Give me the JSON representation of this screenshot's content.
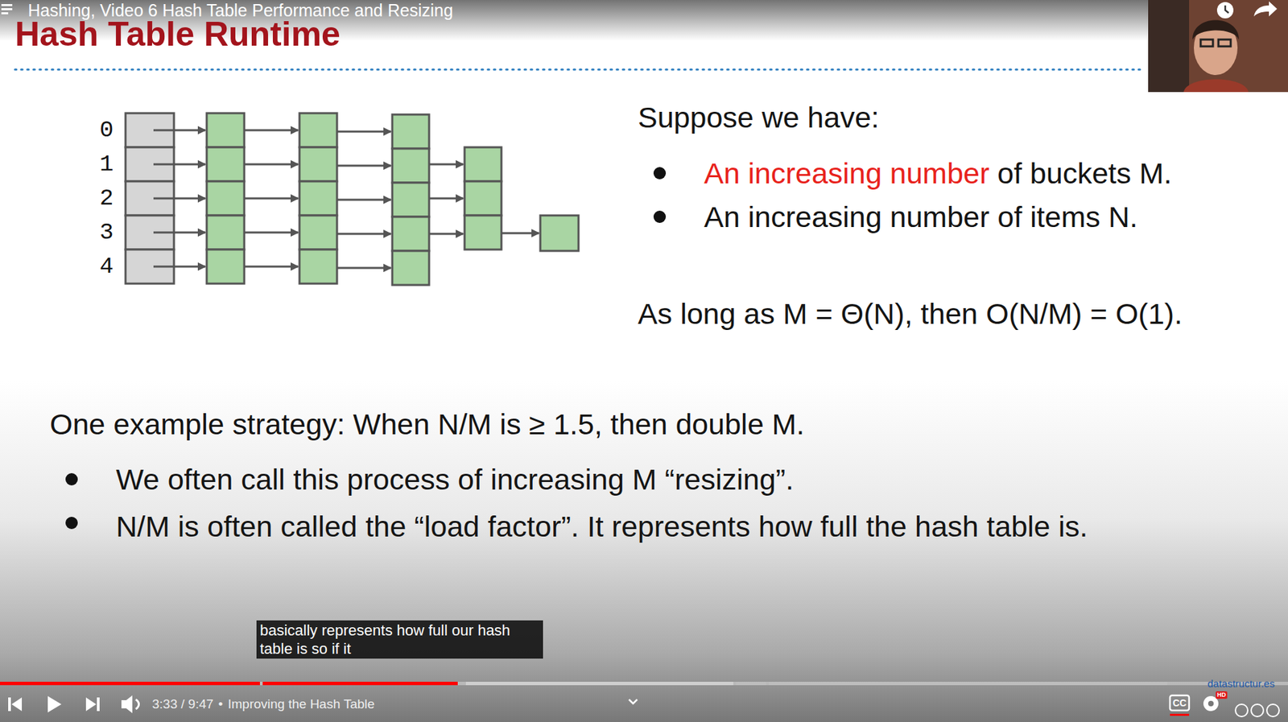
{
  "diagram": {
    "title": "Hash Table Runtime",
    "labels": [
      "Hashing, Video 6 Hash Table Performance and Resizing",
      "0",
      "1",
      "2",
      "3",
      "4",
      "Suppose we have:",
      "An increasing number",
      "of buckets M.",
      "An increasing number of items N.",
      "As long as M = Θ(N), then O(N/M) = O(1).",
      "One example strategy: When N/M is ≥ 1.5, then double M.",
      "We often call this process of increasing M “resizing”.",
      "N/M is often called the “load factor”. It represents how full the hash table is.",
      "basically represents how full our hash table is so if it",
      "3:33 / 9:47",
      "•",
      "Improving the Hash Table",
      "datastructur.es",
      "CC",
      "HD"
    ]
  }
}
